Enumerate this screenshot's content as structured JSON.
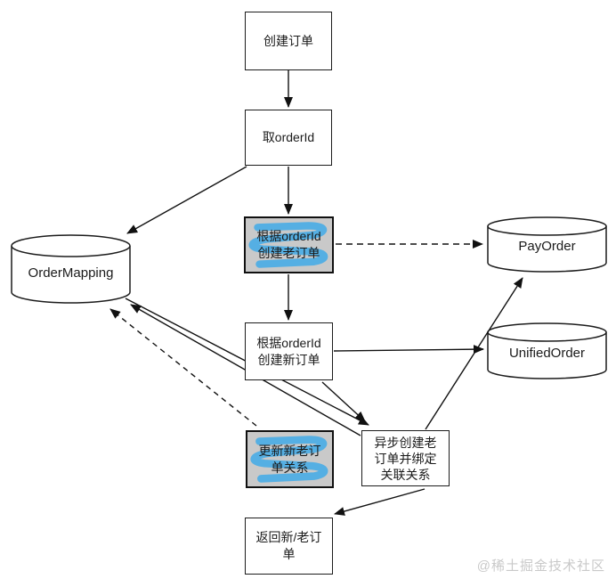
{
  "watermark": "@稀土掘金技术社区",
  "colors": {
    "background": "#ffffff",
    "line": "#111111",
    "node_border": "#1c1c1c",
    "highlight_marker_blue": "#41aae8",
    "highlight_node_bg": "#c9c9c9",
    "watermark_gray": "#c9c9c9"
  },
  "nodes": {
    "create_order": {
      "lines": [
        "创建订单"
      ],
      "shape": "rect",
      "highlighted": false
    },
    "get_order_id": {
      "lines": [
        "取orderId"
      ],
      "shape": "rect",
      "highlighted": false
    },
    "create_old_order": {
      "lines": [
        "根据orderId",
        "创建老订单"
      ],
      "shape": "rect",
      "highlighted": true
    },
    "order_mapping": {
      "lines": [
        "OrderMapping"
      ],
      "shape": "cylinder",
      "highlighted": false
    },
    "pay_order": {
      "lines": [
        "PayOrder"
      ],
      "shape": "cylinder",
      "highlighted": false
    },
    "unified_order": {
      "lines": [
        "UnifiedOrder"
      ],
      "shape": "cylinder",
      "highlighted": false
    },
    "create_new_order": {
      "lines": [
        "根据orderId",
        "创建新订单"
      ],
      "shape": "rect",
      "highlighted": false
    },
    "update_mapping": {
      "lines": [
        "更新新老订",
        "单关系"
      ],
      "shape": "rect",
      "highlighted": true
    },
    "async_create": {
      "lines": [
        "异步创建老",
        "订单并绑定",
        "关联关系"
      ],
      "shape": "rect",
      "highlighted": false
    },
    "return_order": {
      "lines": [
        "返回新/老订",
        "单"
      ],
      "shape": "rect",
      "highlighted": false
    }
  },
  "edges": [
    {
      "from": "create_order",
      "to": "get_order_id",
      "style": "solid"
    },
    {
      "from": "get_order_id",
      "to": "create_old_order",
      "style": "solid"
    },
    {
      "from": "get_order_id",
      "to": "order_mapping",
      "style": "solid"
    },
    {
      "from": "create_old_order",
      "to": "pay_order",
      "style": "dashed"
    },
    {
      "from": "create_old_order",
      "to": "create_new_order",
      "style": "solid"
    },
    {
      "from": "create_new_order",
      "to": "unified_order",
      "style": "solid"
    },
    {
      "from": "create_new_order",
      "to": "async_create",
      "style": "solid"
    },
    {
      "from": "order_mapping",
      "to": "async_create",
      "style": "solid"
    },
    {
      "from": "async_create",
      "to": "order_mapping",
      "style": "solid"
    },
    {
      "from": "update_mapping",
      "to": "order_mapping",
      "style": "dashed"
    },
    {
      "from": "async_create",
      "to": "pay_order",
      "style": "solid"
    },
    {
      "from": "async_create",
      "to": "return_order",
      "style": "solid"
    }
  ]
}
